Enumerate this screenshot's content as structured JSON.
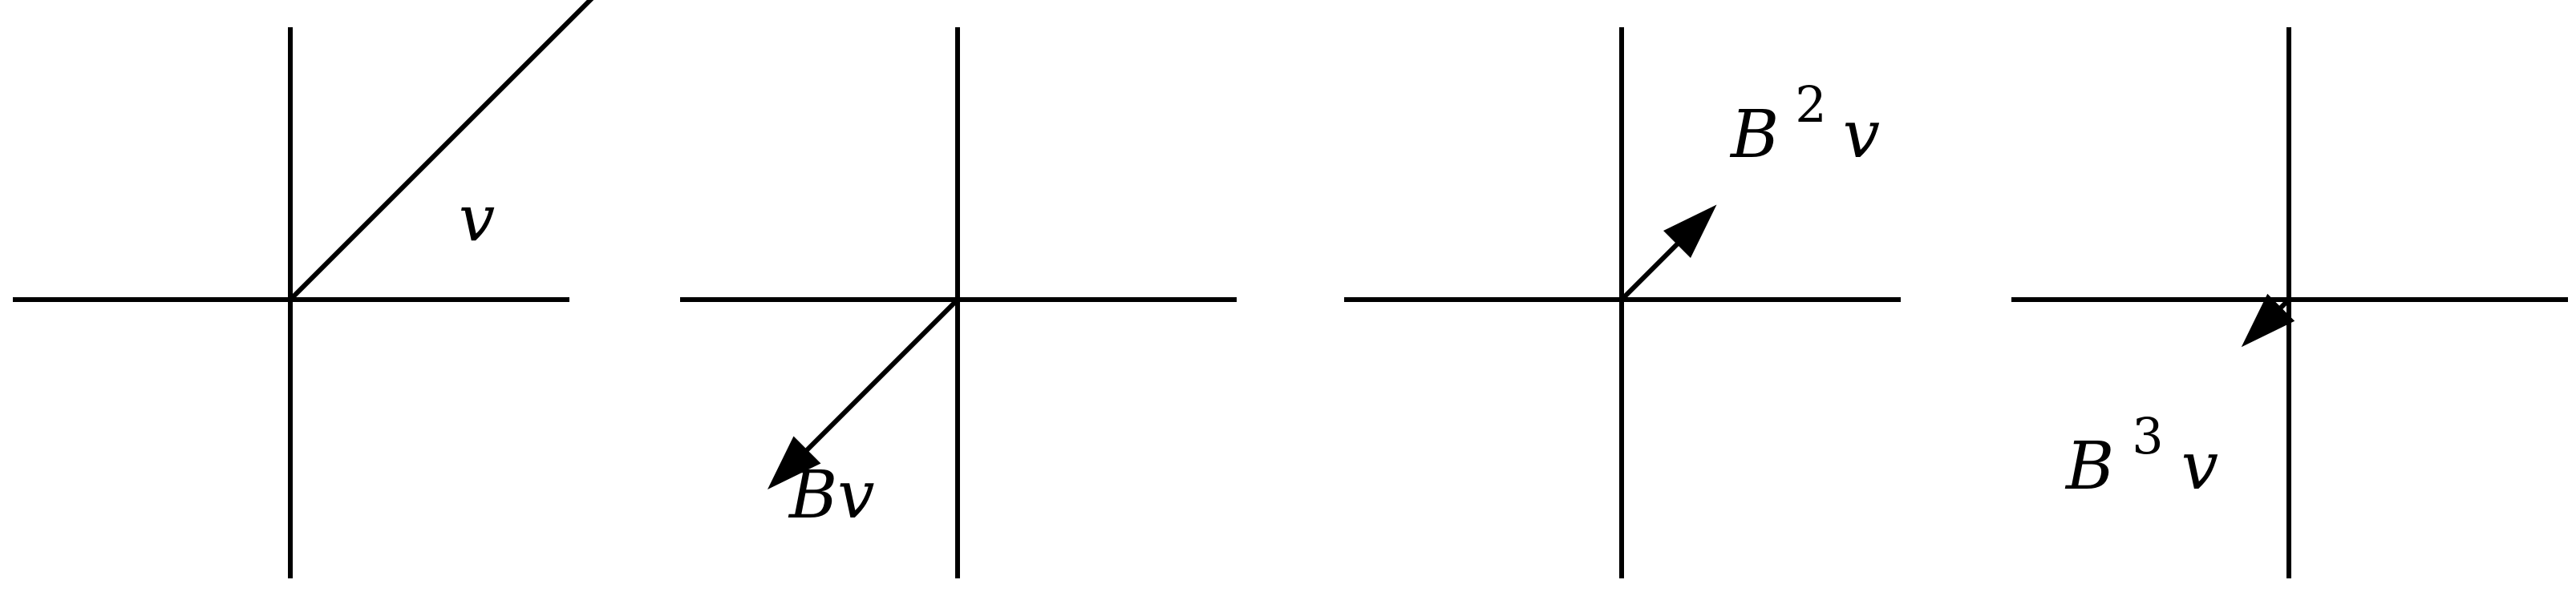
{
  "panels": [
    {
      "label": {
        "base": "",
        "power": "",
        "vector": "v"
      },
      "vector": {
        "dx": 1,
        "dy": 1
      }
    },
    {
      "label": {
        "base": "B",
        "power": "",
        "vector": "v"
      },
      "vector": {
        "dx": -0.5,
        "dy": -0.5
      }
    },
    {
      "label": {
        "base": "B",
        "power": "2",
        "vector": "v"
      },
      "vector": {
        "dx": 0.25,
        "dy": 0.25
      }
    },
    {
      "label": {
        "base": "B",
        "power": "3",
        "vector": "v"
      },
      "vector": {
        "dx": -0.125,
        "dy": -0.125
      }
    }
  ],
  "colors": {
    "stroke": "#000000"
  }
}
